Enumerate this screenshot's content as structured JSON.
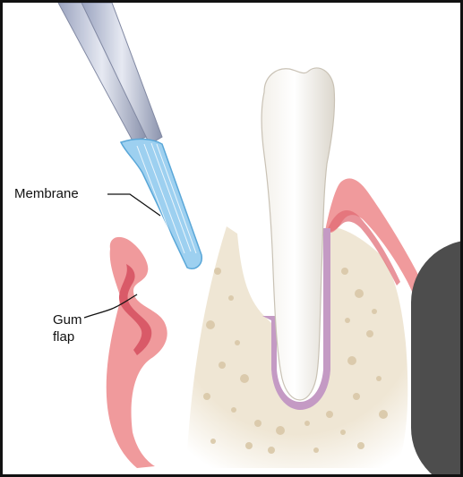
{
  "labels": {
    "membrane": "Membrane",
    "gum_flap_line1": "Gum",
    "gum_flap_line2": "flap"
  },
  "colors": {
    "gum": "#f09a9c",
    "gum_dark": "#e06770",
    "bone": "#efe6d4",
    "bone_spots": "#d9c8a8",
    "tooth": "#ffffff",
    "tooth_shade": "#e6e2da",
    "membrane": "#9dd0f0",
    "instrument": "#c8cfe0",
    "ligament": "#b58ab5",
    "overlay": "#4d4d4d"
  }
}
